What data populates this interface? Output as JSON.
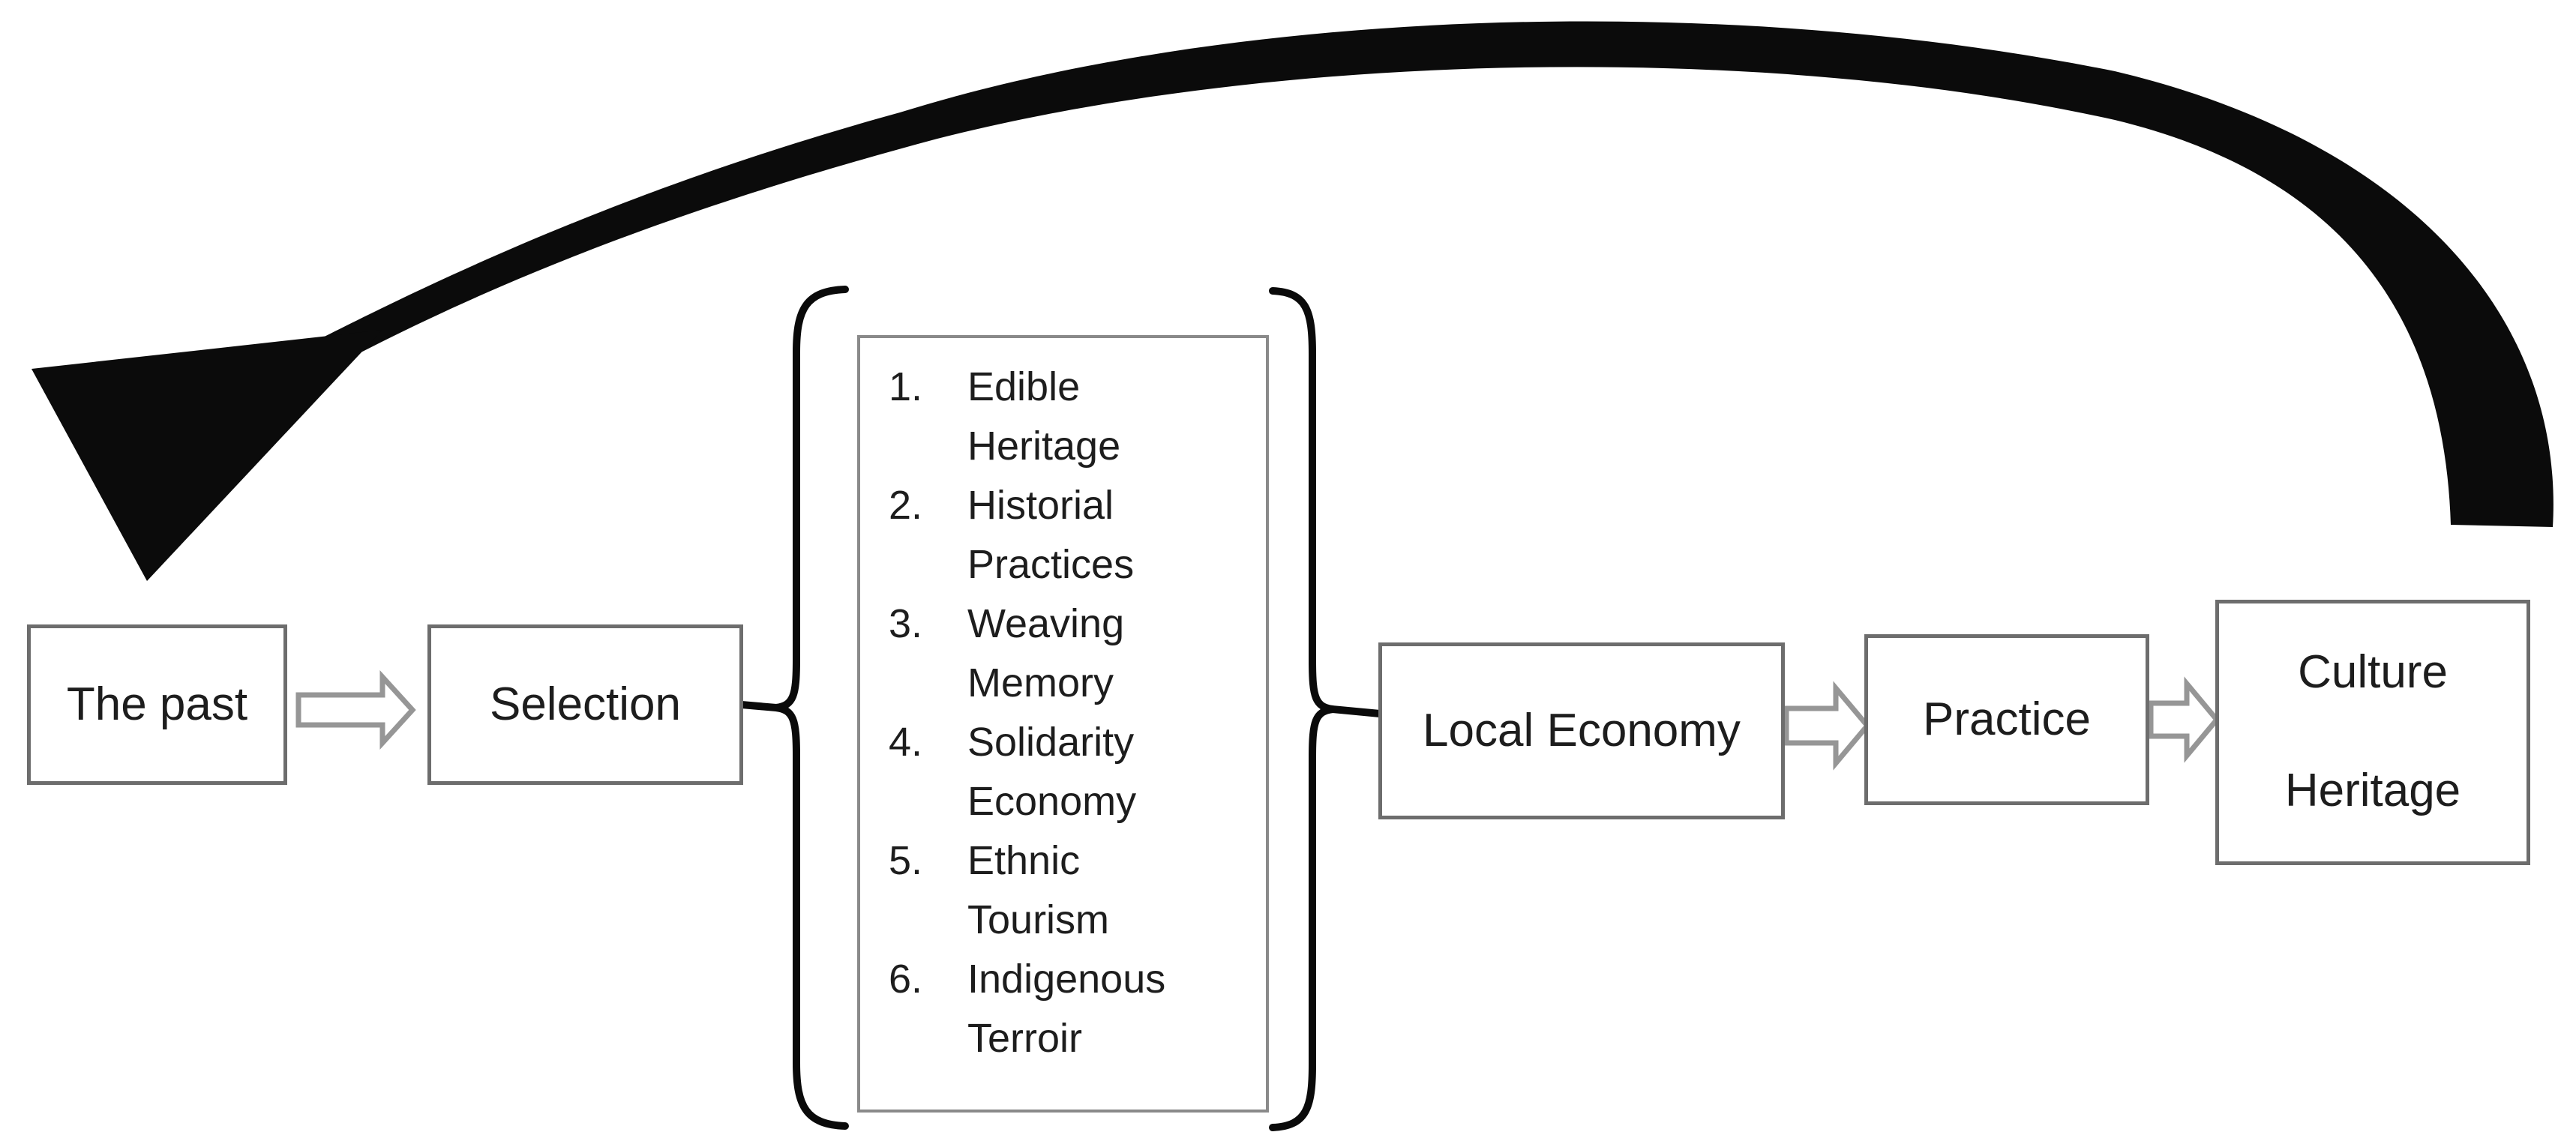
{
  "diagram_title": "",
  "colors": {
    "background": "#ffffff",
    "box_border": "#6d6d6d",
    "list_box_border": "#8a8a8a",
    "text": "#1d1d1d",
    "solid_return_arrow": "#0b0b0b",
    "brace": "#0a0a0a",
    "outline_flow_arrow": "#969696"
  },
  "nodes": {
    "past": {
      "label": "The past"
    },
    "selection": {
      "label": "Selection"
    },
    "local_economy": {
      "label": "Local Economy"
    },
    "practice": {
      "label": "Practice"
    },
    "culture_heritage": {
      "line1": "Culture",
      "line2": "Heritage"
    }
  },
  "list": {
    "items": [
      {
        "num": "1.",
        "line1": "Edible",
        "line2": "Heritage"
      },
      {
        "num": "2.",
        "line1": "Historial",
        "line2": "Practices"
      },
      {
        "num": "3.",
        "line1": "Weaving",
        "line2": "Memory"
      },
      {
        "num": "4.",
        "line1": "Solidarity",
        "line2": "Economy"
      },
      {
        "num": "5.",
        "line1": "Ethnic",
        "line2": "Tourism"
      },
      {
        "num": "6.",
        "line1": "Indigenous",
        "line2": "Terroir"
      }
    ]
  },
  "icons": {
    "return_arrow": "curved-return-arrow",
    "flow_arrow": "outlined-block-arrow-right",
    "left_grouping": "left-curly-brace",
    "right_grouping": "right-curly-brace"
  }
}
